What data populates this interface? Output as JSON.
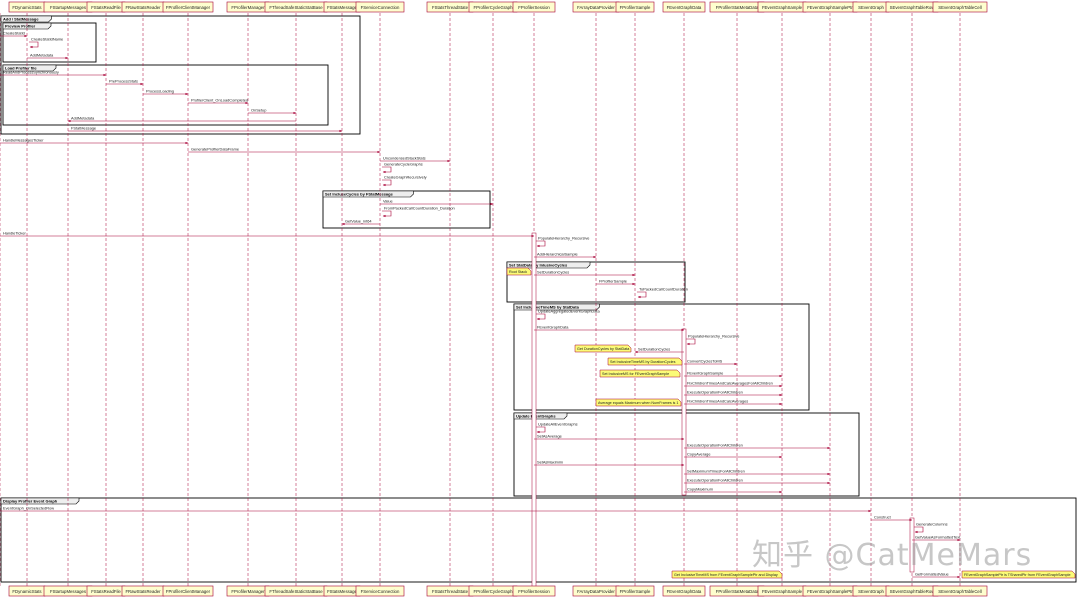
{
  "participants": [
    "FDynamicStats",
    "FStartupMessages",
    "FStatsReadFile",
    "FRawStatsReader",
    "FProfilerClientManager",
    "FProfilerManager",
    "FThreadSafeStaticStatBase",
    "FStatsMessage",
    "FServiceConnection",
    "FStatsThreadState",
    "FProfilerCycleGraph",
    "FProfilerSession",
    "FArrayDataProvider",
    "FProfilerSample",
    "FEventGraphData",
    "FProfilerStatMetaData",
    "FEventGraphSample",
    "FEventGraphSamplePtr",
    "SEventGraph",
    "SEventGraphTableRow",
    "SEventGraphTableCell"
  ],
  "groups": [
    {
      "label": "Add / StatMessage"
    },
    {
      "label": "Preview Profiler"
    },
    {
      "label": "Load Profiler file"
    },
    {
      "label": "Set IncluseCycles by FStatMessage"
    },
    {
      "label": "Set StatData by InlusiveCycles"
    },
    {
      "label": "Set InclusiveTimeMS by StatData"
    },
    {
      "label": "Update EventGraphs"
    },
    {
      "label": "Display Profiler Event Graph"
    }
  ],
  "messages": [
    {
      "label": "CreateStatId"
    },
    {
      "label": "CreateStatIdName"
    },
    {
      "label": "AddMetadata"
    },
    {
      "label": "ReadAndProcessSynchronously"
    },
    {
      "label": "PreProcessStats"
    },
    {
      "label": "ProcessLoading"
    },
    {
      "label": "ProfilerClient_OnLoadCompleted"
    },
    {
      "label": "OnSetup"
    },
    {
      "label": "AddMetadata"
    },
    {
      "label": "FStatMessage"
    },
    {
      "label": "HandleMessagesTicker"
    },
    {
      "label": "GenerateProfilerDataFrame"
    },
    {
      "label": "UncondensedStackStats"
    },
    {
      "label": "GenerateCycleGraphs"
    },
    {
      "label": "CreateGraphRecursively"
    },
    {
      "label": "Value"
    },
    {
      "label": "FromPackedCallCountDuration_Duration"
    },
    {
      "label": "GetValue_int64"
    },
    {
      "label": "HandleTicker"
    },
    {
      "label": "PopulateHierarchy_Recursive"
    },
    {
      "label": "AddHierarchicalSample"
    },
    {
      "label": "SetDurationCycles"
    },
    {
      "label": "FProfilerSample"
    },
    {
      "label": "ToPackedCallCountDuration"
    },
    {
      "label": "UpdateAggregatedEventGraphData"
    },
    {
      "label": "FEventGraphData"
    },
    {
      "label": "PopulateHierarchy_Recursive"
    },
    {
      "label": "SetDurationCycles"
    },
    {
      "label": "ConvertCyclesToMS"
    },
    {
      "label": "FEventGraphSample"
    },
    {
      "label": "FixChildrenTimesAndCalcAveragesForAllChildren"
    },
    {
      "label": "ExecuteOperationForAllChildren"
    },
    {
      "label": "FixChildrenTimesAndCalcAverages"
    },
    {
      "label": "UpdateAllEventGraphs"
    },
    {
      "label": "SetAsAverage"
    },
    {
      "label": "ExecuteOperationForAllChildren"
    },
    {
      "label": "CopyAverage"
    },
    {
      "label": "SetAsMaximim"
    },
    {
      "label": "SetMaximumTimesForAllChildren"
    },
    {
      "label": "ExecuteOperationForAllChildren"
    },
    {
      "label": "CopyMaximum"
    },
    {
      "label": "EventGraph_OnSelectedRow"
    },
    {
      "label": "Construct"
    },
    {
      "label": "GenerateColumns"
    },
    {
      "label": "GetValueAsFormattedText"
    },
    {
      "label": "GetFormattedValue"
    }
  ],
  "notes": [
    {
      "label": "Root Stack"
    },
    {
      "label": "Get DurationCycles by StatData"
    },
    {
      "label": "Set InclusiveTimeMS by DurationCycles"
    },
    {
      "label": "Set InclusiveMS for FEventGraphSample"
    },
    {
      "label": "Average equals Maximum when NumFrames is 1"
    },
    {
      "label": "Get InclusiveTimeMS from FEventGraphSamplePtr and Display"
    },
    {
      "label": "FEventGraphSamplePtr is TSharedPtr from FEventGraphSample"
    }
  ],
  "watermark": "知乎 @CatMeMars",
  "colors": {
    "lifeline": "#a80036",
    "box": "#fefece",
    "note": "#fbfb77",
    "border": "#a80036"
  }
}
